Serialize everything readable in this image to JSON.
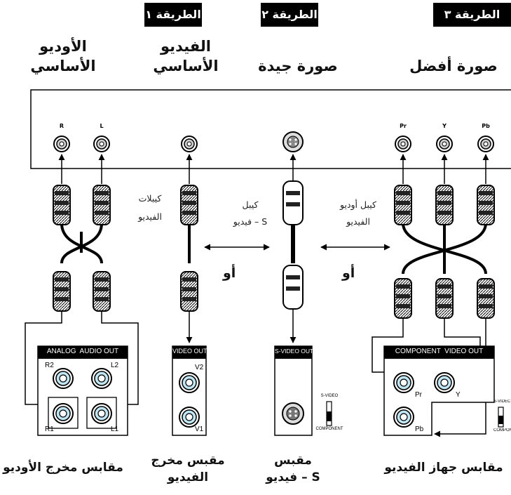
{
  "methods": [
    "الطريقة ١",
    "الطريقة ٢",
    "الطريقة ٣"
  ],
  "headings": {
    "audio": [
      "الأوديو",
      "الأساسي"
    ],
    "video": [
      "الفيديو",
      "الأساسي"
    ],
    "good": "صورة جيدة",
    "best": "صورة أفضل"
  },
  "tv_jacks": {
    "r": "R",
    "l": "L",
    "pr": "Pr",
    "y": "Y",
    "pb": "Pb"
  },
  "cable_labels": {
    "video_cables": [
      "كيبلات",
      "الفيديو"
    ],
    "svideo_cable": [
      "كيبل",
      "فيديو – S"
    ],
    "component_cable": [
      "كيبل أوديو",
      "الفيديو"
    ]
  },
  "or_word": "أو",
  "panels": {
    "audio_out": "ANALOG  AUDIO OUT",
    "video_out": "VIDEO OUT",
    "svideo_out": "S-VIDEO OUT",
    "component_out": "COMPONENT  VIDEO OUT"
  },
  "jack_labels": {
    "r2": "R2",
    "l2": "L2",
    "r1": "R1",
    "l1": "L1",
    "v2": "V2",
    "v1": "V1",
    "pr": "Pr",
    "y": "Y",
    "pb": "Pb"
  },
  "switches": [
    {
      "top": "S-VIDEO",
      "bottom": "COMPONENT"
    },
    {
      "top": "S-VIDEC",
      "bottom": "COMPONEN"
    }
  ],
  "captions": {
    "audio": "مقابس مخرج الأوديو",
    "video": [
      "مقبس مخرج",
      "الفيديو"
    ],
    "svideo": [
      "مقبس",
      "فيديو – S"
    ],
    "component": "مقابس جهاز الفيديو"
  }
}
